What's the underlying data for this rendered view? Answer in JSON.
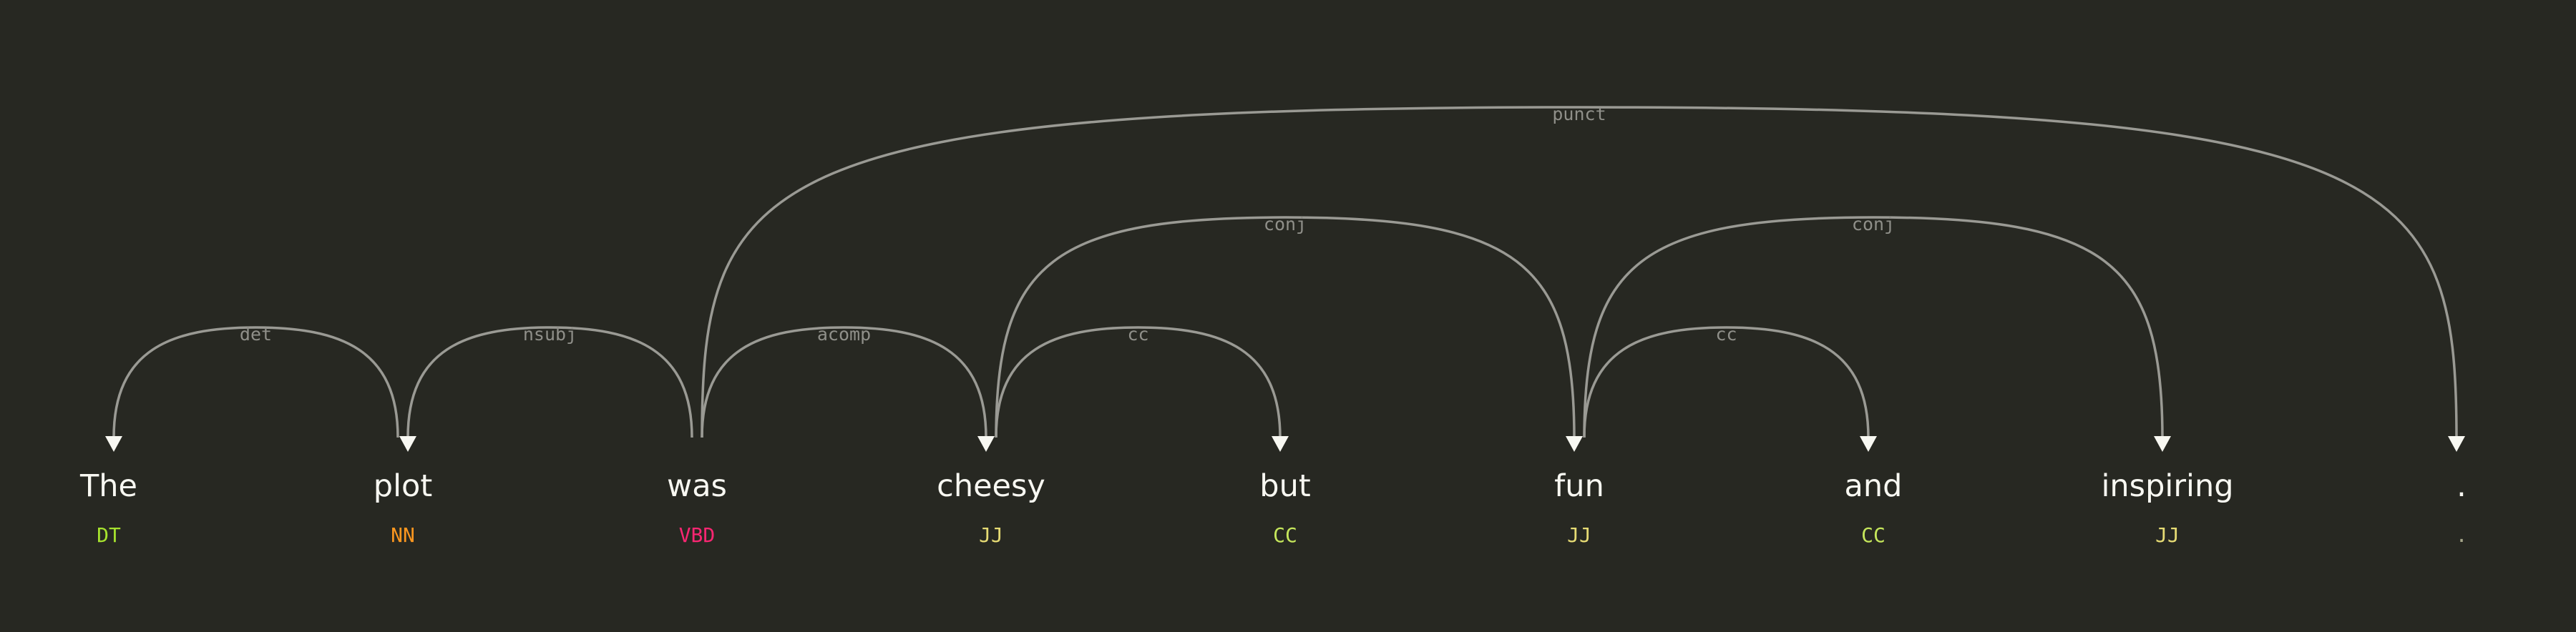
{
  "tokens": [
    {
      "text": "The",
      "tag": "DT",
      "tag_color": "#a6e22e"
    },
    {
      "text": "plot",
      "tag": "NN",
      "tag_color": "#fd971f"
    },
    {
      "text": "was",
      "tag": "VBD",
      "tag_color": "#f92672"
    },
    {
      "text": "cheesy",
      "tag": "JJ",
      "tag_color": "#e6db74"
    },
    {
      "text": "but",
      "tag": "CC",
      "tag_color": "#c5e65b"
    },
    {
      "text": "fun",
      "tag": "JJ",
      "tag_color": "#e6db74"
    },
    {
      "text": "and",
      "tag": "CC",
      "tag_color": "#c5e65b"
    },
    {
      "text": "inspiring",
      "tag": "JJ",
      "tag_color": "#e6db74"
    },
    {
      "text": ".",
      "tag": ".",
      "tag_color": "#a6a68a"
    }
  ],
  "arcs": [
    {
      "label": "det",
      "head": 1,
      "dependent": 0
    },
    {
      "label": "nsubj",
      "head": 2,
      "dependent": 1
    },
    {
      "label": "acomp",
      "head": 2,
      "dependent": 3
    },
    {
      "label": "cc",
      "head": 3,
      "dependent": 4
    },
    {
      "label": "conj",
      "head": 3,
      "dependent": 5
    },
    {
      "label": "cc",
      "head": 5,
      "dependent": 6
    },
    {
      "label": "conj",
      "head": 5,
      "dependent": 7
    },
    {
      "label": "punct",
      "head": 2,
      "dependent": 8
    }
  ],
  "colors": {
    "background": "#272822",
    "word": "#f8f8f2",
    "arc": "#9a9a94",
    "arc_label": "#8f8f89"
  }
}
